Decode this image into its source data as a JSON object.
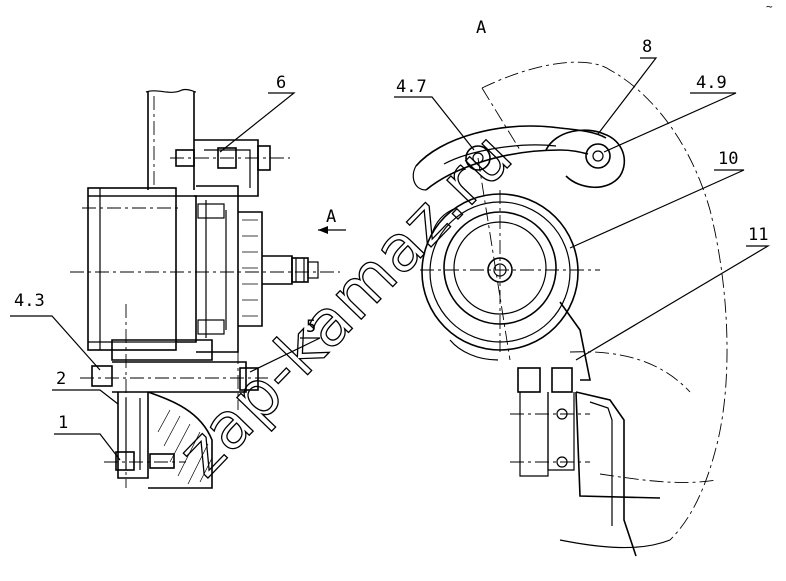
{
  "view_label": "A",
  "arrow_label": "A",
  "corner_mark": "~",
  "callouts": {
    "c43": "4.3",
    "c2": "2",
    "c1": "1",
    "c6": "6",
    "c5": "5",
    "c47": "4.7",
    "c8": "8",
    "c49": "4.9",
    "c10": "10",
    "c11": "11"
  },
  "watermark": "zap-kamaz.ru"
}
